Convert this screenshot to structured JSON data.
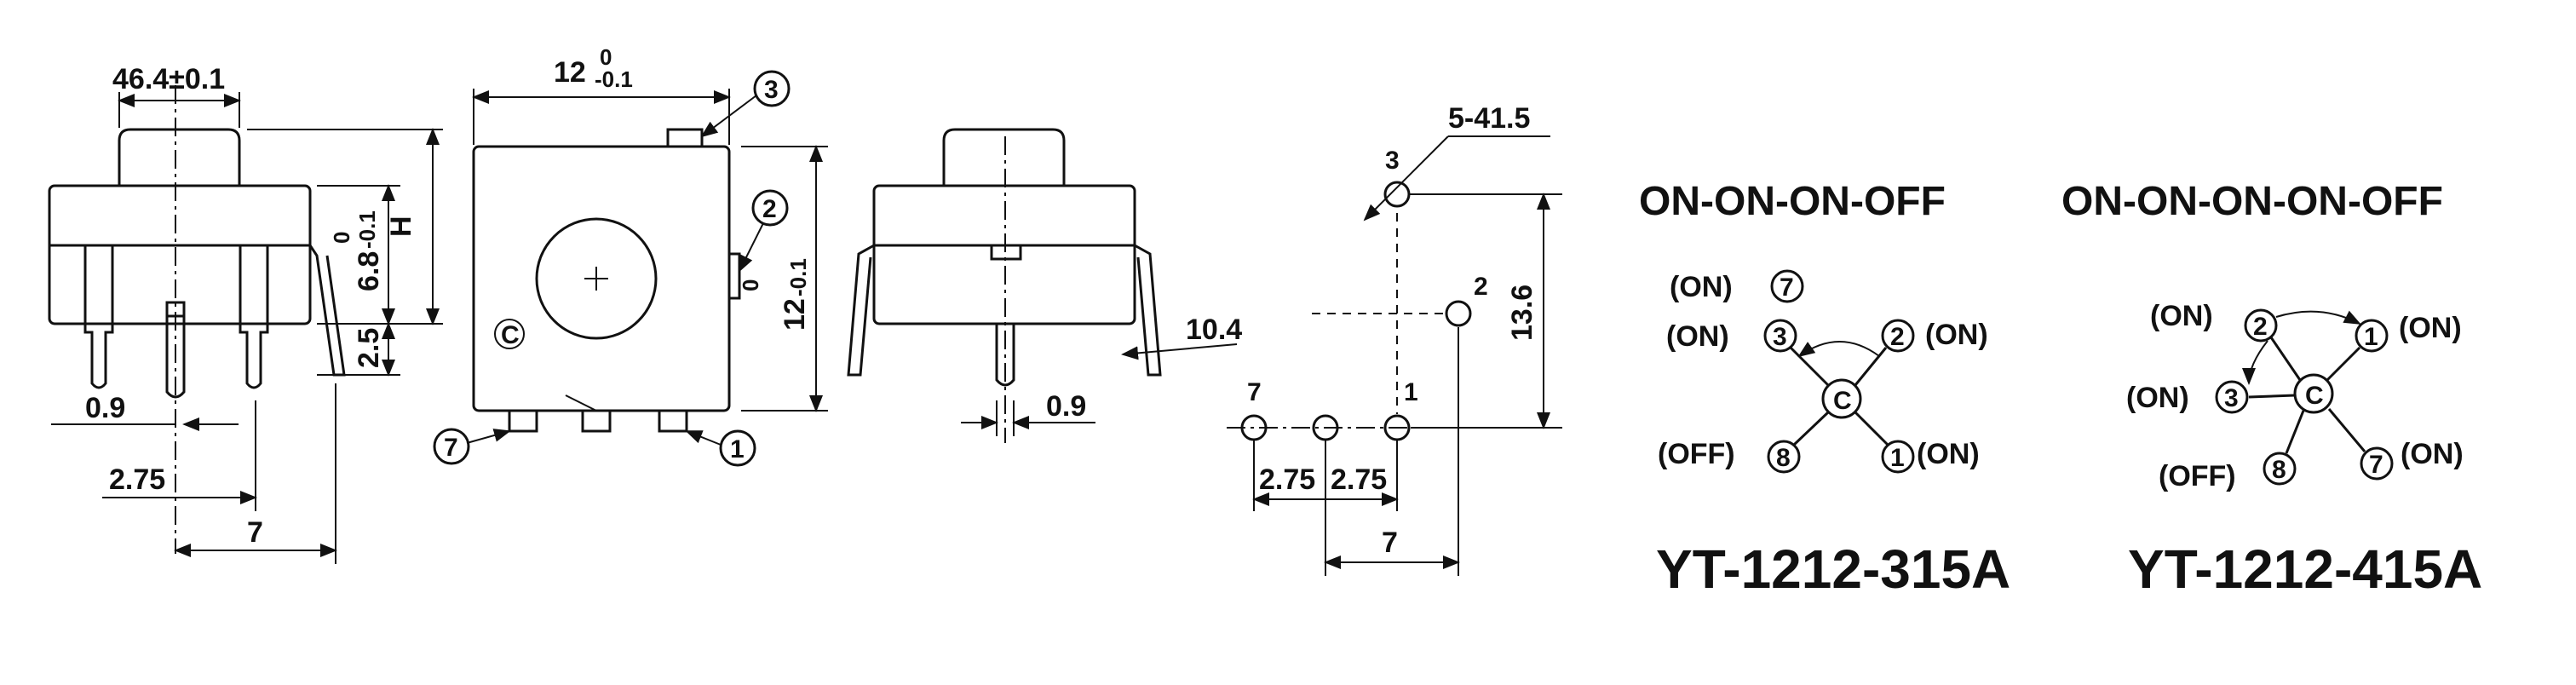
{
  "side_view": {
    "dim_stem_width": "46.4±0.1",
    "dim_height_label": "H",
    "dim_height_value": "6.8",
    "dim_height_tol_upper": "0",
    "dim_height_tol_lower": "-0.1",
    "dim_lead": "2.5",
    "dim_pin_width": "0.9",
    "dim_pitch": "2.75",
    "dim_span": "7"
  },
  "front_view": {
    "dim_width": "12",
    "dim_width_tol_upper": "0",
    "dim_width_tol_lower": "-0.1",
    "dim_height": "12",
    "dim_height_tol_upper": "0",
    "dim_height_tol_lower": "-0.1",
    "center_mark": "C",
    "callout_3": "3",
    "callout_2": "2",
    "callout_7": "7",
    "callout_1": "1"
  },
  "rear_view": {
    "dim_lead_length": "10.4",
    "dim_pin_width": "0.9"
  },
  "pcb_layout": {
    "dim_holes": "5-41.5",
    "hole_3": "3",
    "hole_2": "2",
    "hole_7": "7",
    "hole_1": "1",
    "dim_vertical": "13.6",
    "dim_pitch_a": "2.75",
    "dim_pitch_b": "2.75",
    "dim_span": "7"
  },
  "schematic_315": {
    "mode": "ON-ON-ON-OFF",
    "model": "YT-1212-315A",
    "label_on_7": "(ON)",
    "label_on_3": "(ON)",
    "label_on_2": "(ON)",
    "label_off": "(OFF)",
    "label_on_1": "(ON)",
    "node_7": "7",
    "node_3": "3",
    "node_2": "2",
    "node_1": "1",
    "node_off": "8",
    "node_c": "C"
  },
  "schematic_415": {
    "mode": "ON-ON-ON-ON-OFF",
    "model": "YT-1212-415A",
    "label_on_2": "(ON)",
    "label_on_1": "(ON)",
    "label_on_3": "(ON)",
    "label_off": "(OFF)",
    "label_on_7": "(ON)",
    "node_2": "2",
    "node_1": "1",
    "node_3": "3",
    "node_off": "8",
    "node_7": "7",
    "node_c": "C"
  }
}
